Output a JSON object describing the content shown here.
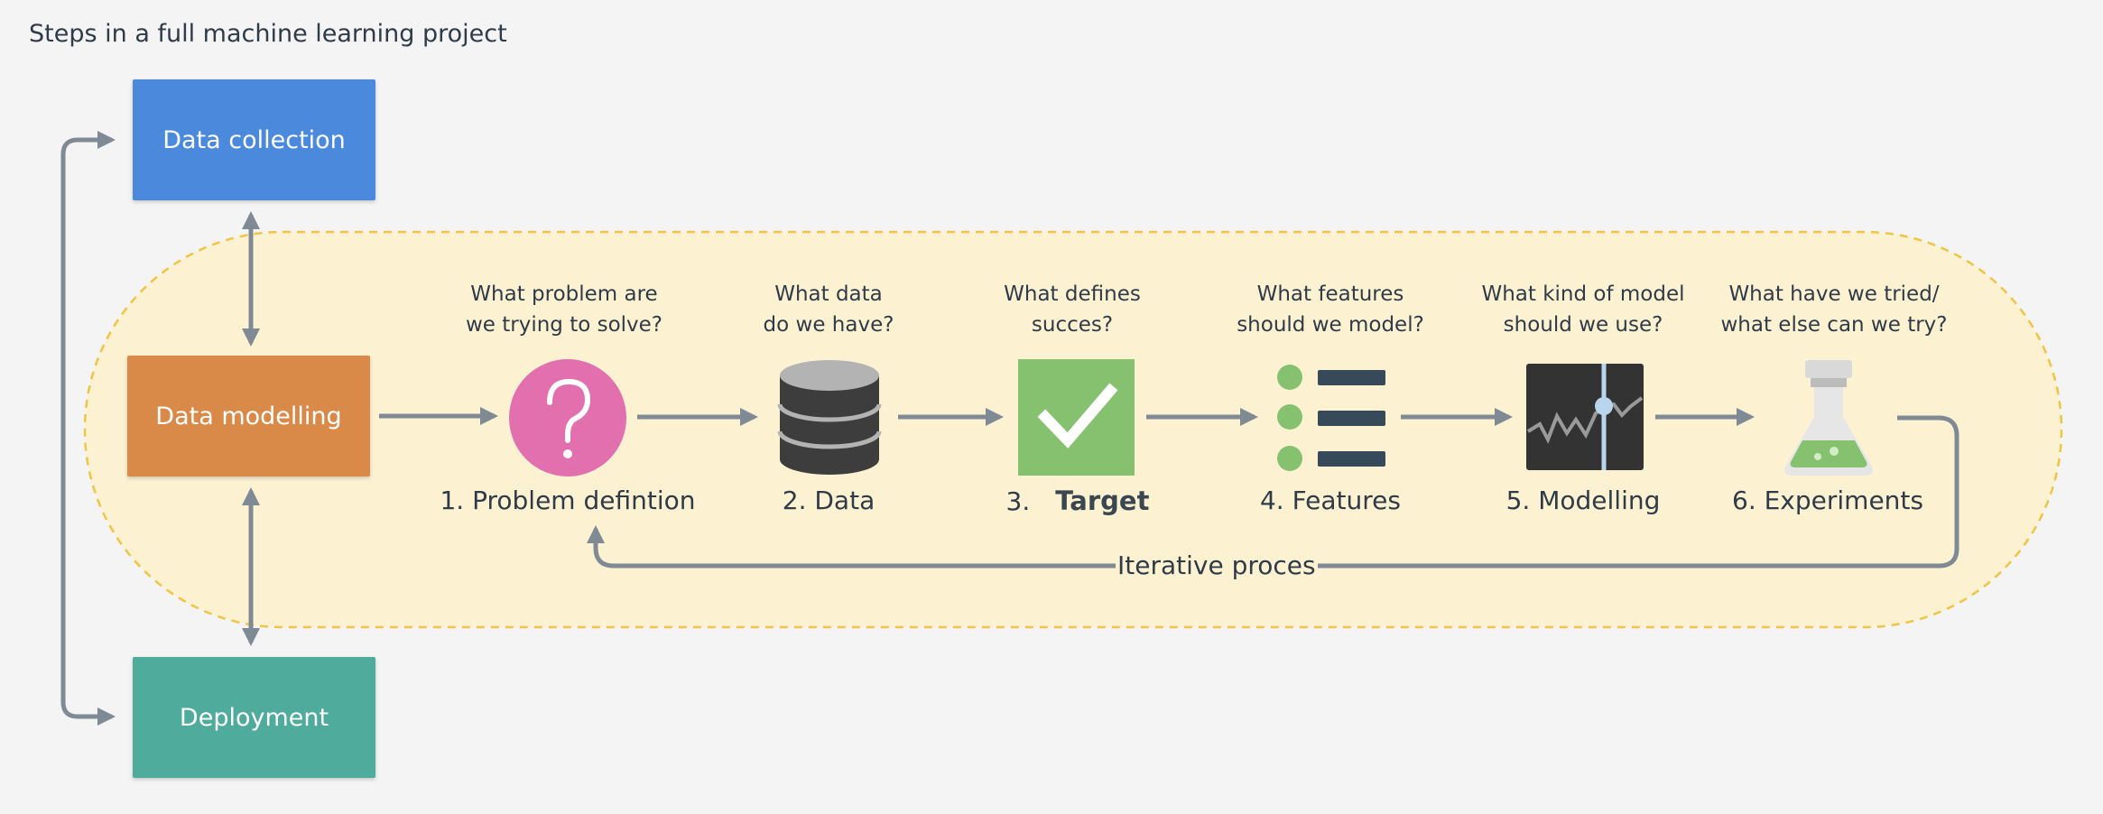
{
  "title": "Steps in a full machine learning project",
  "boxes": {
    "collection": "Data collection",
    "modelling": "Data modelling",
    "deployment": "Deployment"
  },
  "steps": [
    {
      "q1": "What problem are",
      "q2": "we trying to solve?",
      "label": "1. Problem defintion",
      "icon": "question-mark-icon"
    },
    {
      "q1": "What data",
      "q2": "do we have?",
      "label": "2. Data",
      "icon": "database-icon"
    },
    {
      "q1": "What defines",
      "q2": "succes?",
      "label": "3.",
      "label_word": "Target",
      "icon": "checkmark-icon"
    },
    {
      "q1": "What features",
      "q2": "should we model?",
      "label": "4. Features",
      "icon": "feature-list-icon"
    },
    {
      "q1": "What kind of model",
      "q2": "should we use?",
      "label": "5. Modelling",
      "icon": "model-graph-icon"
    },
    {
      "q1": "What have we tried/",
      "q2": "what else can we try?",
      "label": "6. Experiments",
      "icon": "flask-icon"
    }
  ],
  "iterative_label": "Iterative proces",
  "colors": {
    "background": "#f4f4f4",
    "region_fill": "#fcf2d2",
    "region_border": "#f0c444",
    "arrow": "#7f8a95",
    "collection": "#4a89dc",
    "modelling": "#d98a48",
    "deployment": "#4fab9c",
    "question_circle": "#e26fae",
    "database": "#3d3d3d",
    "target": "#86c170",
    "feature_dot": "#86c170",
    "feature_bar": "#374a59",
    "model_panel": "#333333",
    "model_line": "#b9d5ee"
  }
}
